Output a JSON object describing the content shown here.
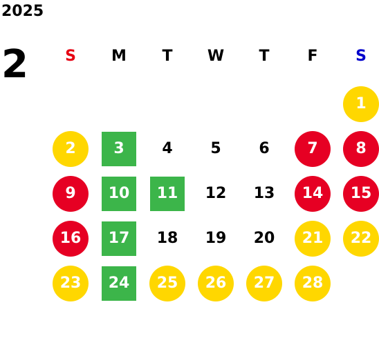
{
  "year": "2025",
  "month": "2",
  "colors": {
    "sunday_header": "#e60012",
    "saturday_header": "#0000cc",
    "weekday_header": "#000000",
    "yellow": "#ffd700",
    "red": "#e60023",
    "green": "#3cb54a",
    "text_on_fill": "#ffffff",
    "text_plain": "#000000"
  },
  "weekdays": [
    {
      "label": "S",
      "color": "#e60012"
    },
    {
      "label": "M",
      "color": "#000000"
    },
    {
      "label": "T",
      "color": "#000000"
    },
    {
      "label": "W",
      "color": "#000000"
    },
    {
      "label": "T",
      "color": "#000000"
    },
    {
      "label": "F",
      "color": "#000000"
    },
    {
      "label": "S",
      "color": "#0000cc"
    }
  ],
  "days": [
    {
      "label": "1",
      "row": 0,
      "col": 6,
      "style": "yellow-circle"
    },
    {
      "label": "2",
      "row": 1,
      "col": 0,
      "style": "yellow-circle"
    },
    {
      "label": "3",
      "row": 1,
      "col": 1,
      "style": "green-square"
    },
    {
      "label": "4",
      "row": 1,
      "col": 2,
      "style": "plain"
    },
    {
      "label": "5",
      "row": 1,
      "col": 3,
      "style": "plain"
    },
    {
      "label": "6",
      "row": 1,
      "col": 4,
      "style": "plain"
    },
    {
      "label": "7",
      "row": 1,
      "col": 5,
      "style": "red-circle"
    },
    {
      "label": "8",
      "row": 1,
      "col": 6,
      "style": "red-circle"
    },
    {
      "label": "9",
      "row": 2,
      "col": 0,
      "style": "red-circle"
    },
    {
      "label": "10",
      "row": 2,
      "col": 1,
      "style": "green-square"
    },
    {
      "label": "11",
      "row": 2,
      "col": 2,
      "style": "green-square"
    },
    {
      "label": "12",
      "row": 2,
      "col": 3,
      "style": "plain"
    },
    {
      "label": "13",
      "row": 2,
      "col": 4,
      "style": "plain"
    },
    {
      "label": "14",
      "row": 2,
      "col": 5,
      "style": "red-circle"
    },
    {
      "label": "15",
      "row": 2,
      "col": 6,
      "style": "red-circle"
    },
    {
      "label": "16",
      "row": 3,
      "col": 0,
      "style": "red-circle"
    },
    {
      "label": "17",
      "row": 3,
      "col": 1,
      "style": "green-square"
    },
    {
      "label": "18",
      "row": 3,
      "col": 2,
      "style": "plain"
    },
    {
      "label": "19",
      "row": 3,
      "col": 3,
      "style": "plain"
    },
    {
      "label": "20",
      "row": 3,
      "col": 4,
      "style": "plain"
    },
    {
      "label": "21",
      "row": 3,
      "col": 5,
      "style": "yellow-circle"
    },
    {
      "label": "22",
      "row": 3,
      "col": 6,
      "style": "yellow-circle"
    },
    {
      "label": "23",
      "row": 4,
      "col": 0,
      "style": "yellow-circle"
    },
    {
      "label": "24",
      "row": 4,
      "col": 1,
      "style": "green-square"
    },
    {
      "label": "25",
      "row": 4,
      "col": 2,
      "style": "yellow-circle"
    },
    {
      "label": "26",
      "row": 4,
      "col": 3,
      "style": "yellow-circle"
    },
    {
      "label": "27",
      "row": 4,
      "col": 4,
      "style": "yellow-circle"
    },
    {
      "label": "28",
      "row": 4,
      "col": 5,
      "style": "yellow-circle"
    }
  ]
}
